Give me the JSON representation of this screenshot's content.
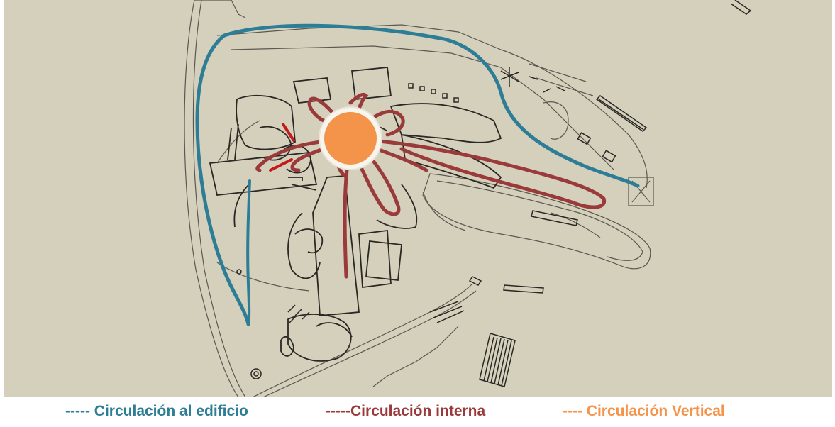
{
  "colors": {
    "background": "#d4d0bc",
    "linework": "#3c3a34",
    "building_circulation": "#2e7d96",
    "internal_circulation": "#9b3a3a",
    "vertical_circulation": "#f4934a",
    "accent_red": "#c41a1a"
  },
  "legend": [
    {
      "text": "----- Circulación al edificio",
      "color": "#2e7d96"
    },
    {
      "text": "-----Circulación interna",
      "color": "#9b3a3a"
    },
    {
      "text": "---- Circulación Vertical",
      "color": "#f4934a"
    }
  ]
}
